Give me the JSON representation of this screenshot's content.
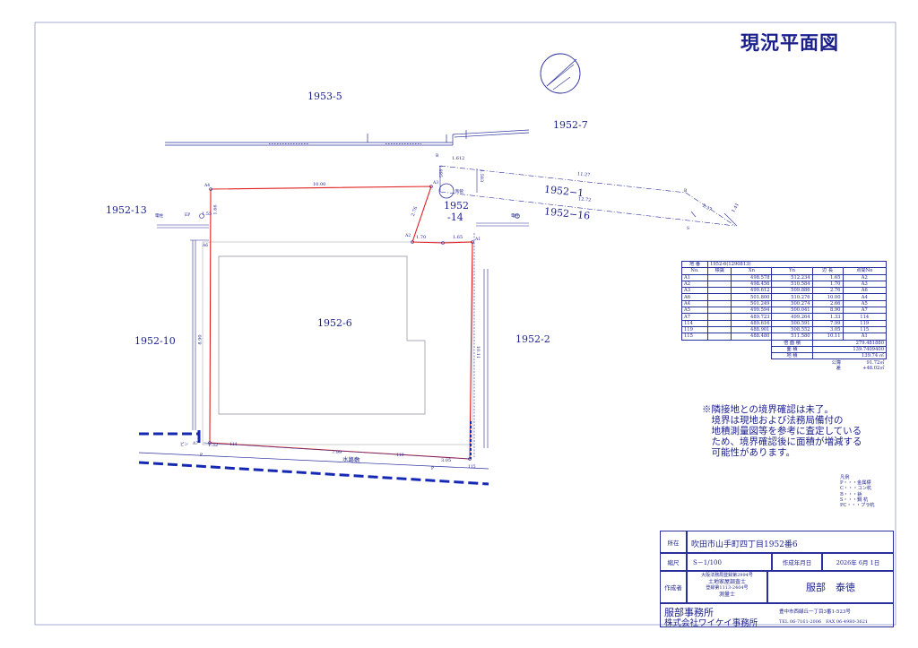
{
  "title": "現況平面図",
  "parcels": {
    "n1953_5": "1953-5",
    "n1952_7": "1952-7",
    "n1952_13": "1952-13",
    "n1952_1": "1952−1",
    "n1952_16": "1952−16",
    "n1952_14a": "1952",
    "n1952_14b": "-14",
    "n1952_6": "1952-6",
    "n1952_10": "1952-10",
    "n1952_2": "1952-2"
  },
  "dimensions": {
    "top": "10.00",
    "a1_a5": "1.70",
    "a5_a4": "1.65",
    "a3_a1": "2.76",
    "left": "8.90",
    "right": "10.11",
    "bottom_left": "1.32",
    "bottom_mid": "7.99",
    "bottom_right": "3.05",
    "corner_a": "1.612",
    "corner_b": "1.583",
    "corner_c": "1.885",
    "corner_d": "1.66",
    "corner_e": "1.55",
    "long_a": "11.27",
    "long_b": "12.72",
    "short_a": "2.37",
    "short_b": "1.41"
  },
  "point_labels": {
    "a4": "A4",
    "a3": "A3",
    "a2": "A2",
    "a1": "A1",
    "a6": "A6",
    "a7": "A7",
    "p114": "114",
    "p119": "119",
    "p115": "115",
    "b1": "B",
    "b2": "B",
    "s1": "S",
    "hole": "陶管",
    "pole1": "電柱",
    "pole2": "電柱",
    "ep": "EP",
    "pin": "ピン",
    "p1": "P",
    "p2": "P"
  },
  "road_label": "水路敷",
  "coordinate_table": {
    "title_label": "地 番",
    "title_value": "1952-6(1290813)",
    "headers": [
      "No.",
      "標識",
      "Xn",
      "Yn",
      "辺 長",
      "点間No"
    ],
    "rows": [
      [
        "A1",
        "",
        "498.578",
        "512.234",
        "1.65",
        "A2"
      ],
      [
        "A2",
        "",
        "498.456",
        "510.584",
        "1.70",
        "A3"
      ],
      [
        "A3",
        "",
        "499.612",
        "509.886",
        "2.76",
        "A6"
      ],
      [
        "A6",
        "",
        "501.800",
        "510.276",
        "10.00",
        "A4"
      ],
      [
        "A4",
        "",
        "501.249",
        "500.274",
        "2.66",
        "A5"
      ],
      [
        "A5",
        "",
        "499.594",
        "500.041",
        "8.90",
        "A7"
      ],
      [
        "A7",
        "",
        "489.723",
        "499.264",
        "1.33",
        "114"
      ],
      [
        "114",
        "",
        "489.616",
        "500.591",
        "7.99",
        "119"
      ],
      [
        "119",
        "",
        "488.901",
        "508.552",
        "3.05",
        "115"
      ],
      [
        "115",
        "",
        "488.480",
        "511.580",
        "10.11",
        "A1"
      ]
    ],
    "summary": [
      {
        "label": "倍 面 積",
        "value": "279.481880"
      },
      {
        "label": "面 積",
        "value": "139.7409400"
      },
      {
        "label": "地 積",
        "value": "139.74 ㎡"
      }
    ],
    "public": {
      "label": "公簿",
      "value": "91.72㎡"
    },
    "diff": {
      "label": "差",
      "value": "+48.02㎡"
    }
  },
  "note": [
    "※隣接地との境界確認は未了。",
    "　境界は現地および法務局備付の",
    "　地積測量図等を参考に査定している",
    "　ため、境界確認後に面積が増減する",
    "　可能性があります。"
  ],
  "legend": {
    "title": "凡例",
    "items": [
      "P・・・金属標",
      "C・・・コン杭",
      "B・・・鋲",
      "S・・・鋼 杭",
      "PC・・・プラ杭"
    ]
  },
  "title_block": {
    "location_label": "所在",
    "location_value": "吹田市山手町四丁目1952番6",
    "scale_label": "縮尺",
    "scale_value": "S－1/100",
    "date_label": "作成年月日",
    "date_value": "2026年 6月 1日",
    "author_label": "作成者",
    "author_lines": [
      "大阪法務局登録第2994号",
      "土地家屋調査士",
      "登録第1113-2404号",
      "測量士"
    ],
    "author_name": "服部　泰徳",
    "office1": "服部事務所",
    "office2": "株式会社ワイケイ事務所",
    "address": "豊中市西緑丘一丁目3番1-523号",
    "phone": "TEL 06-7161-2006　FAX 06-4980-3621"
  },
  "colors": {
    "ink": "#1a1f8c",
    "boundary": "#e02020",
    "road_dash": "#1428b4"
  }
}
